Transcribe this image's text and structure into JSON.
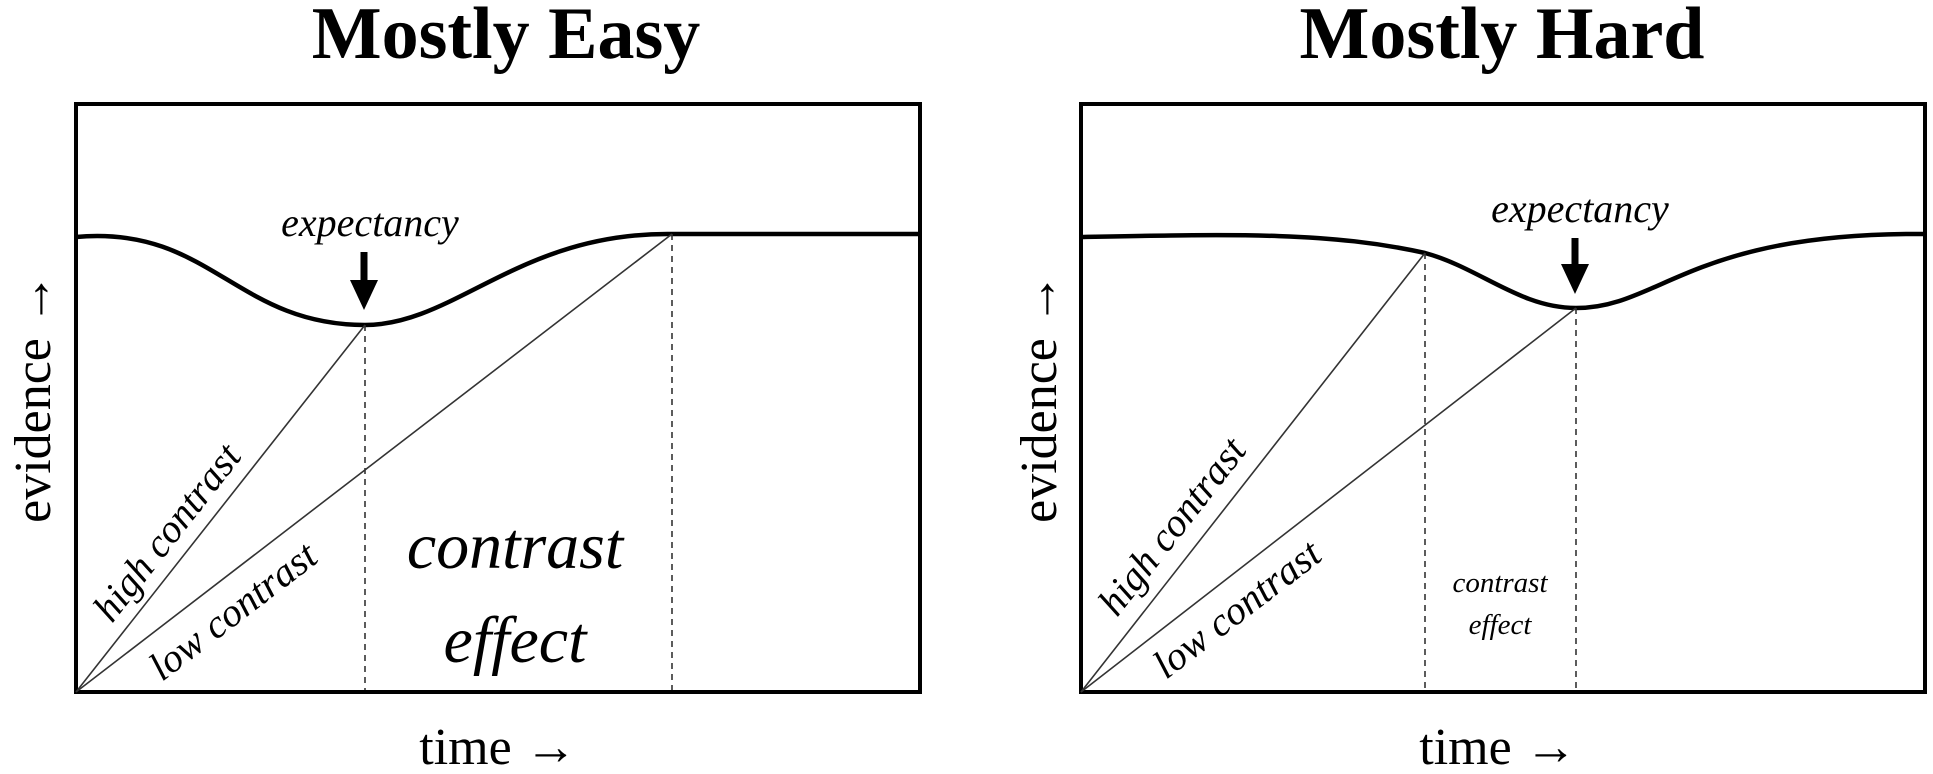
{
  "panels": [
    {
      "title": "Mostly Easy",
      "y_label": "evidence →",
      "x_label": "time →",
      "expectancy_label": "expectancy",
      "high_label": "high contrast",
      "low_label": "low contrast",
      "effect_line1": "contrast",
      "effect_line2": "effect"
    },
    {
      "title": "Mostly Hard",
      "y_label": "evidence →",
      "x_label": "time →",
      "expectancy_label": "expectancy",
      "high_label": "high contrast",
      "low_label": "low contrast",
      "effect_line1": "contrast",
      "effect_line2": "effect"
    }
  ]
}
